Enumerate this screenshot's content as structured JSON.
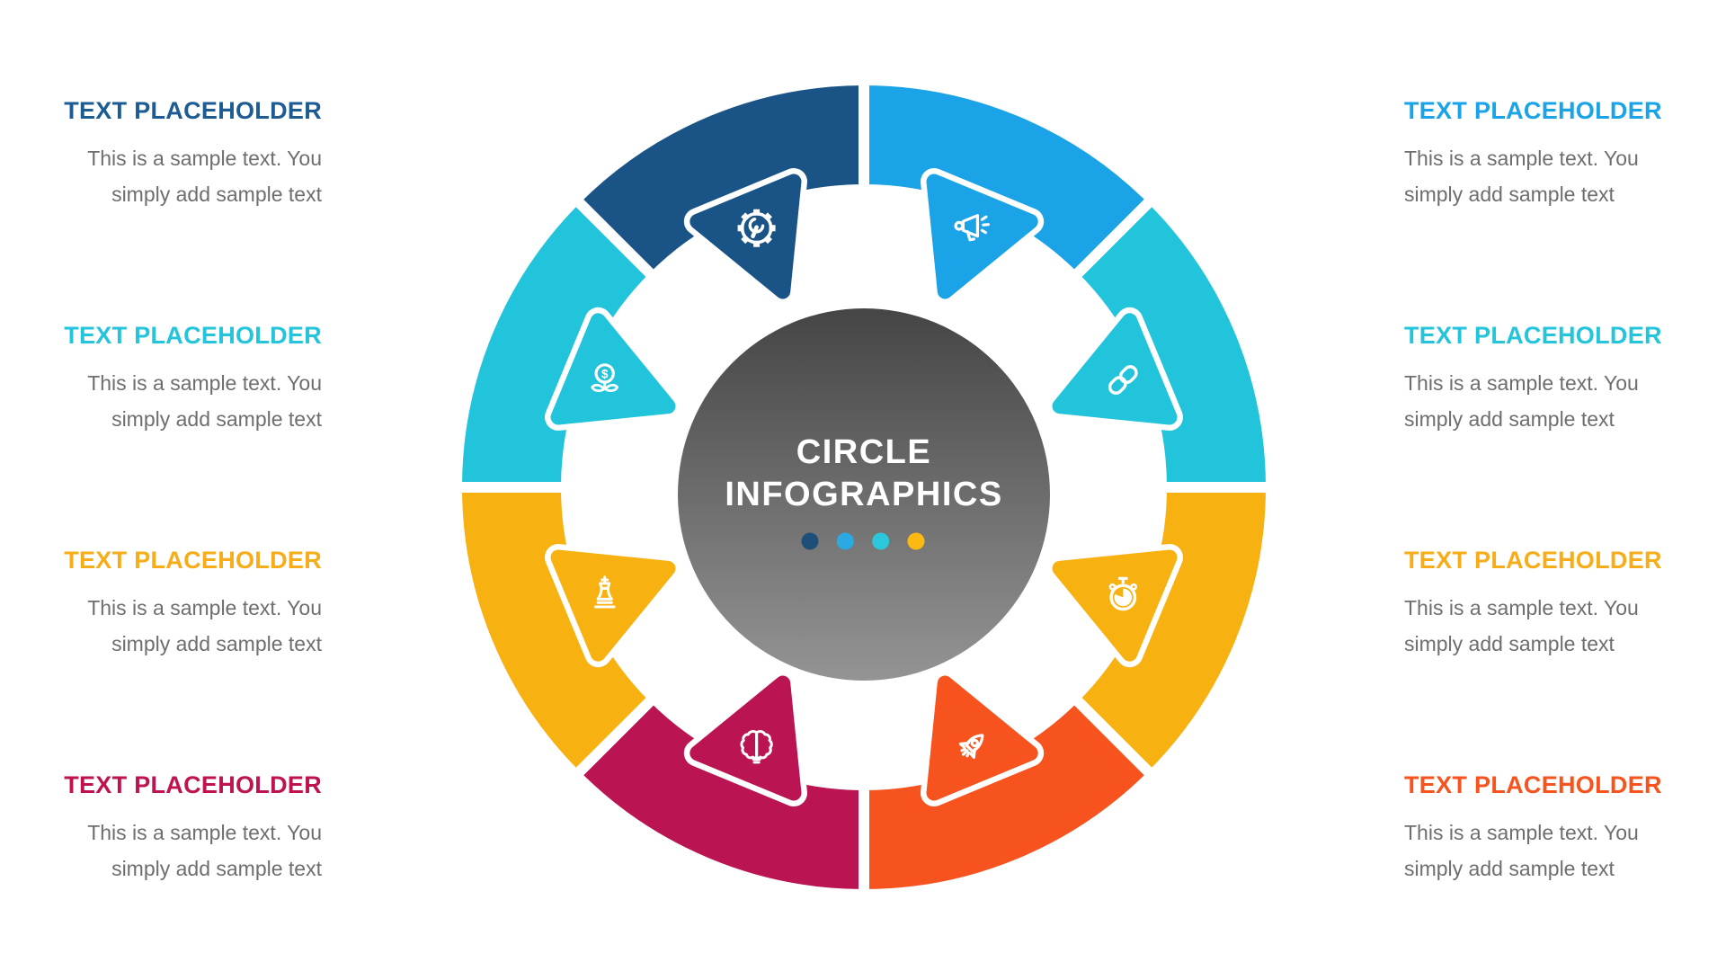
{
  "title": {
    "line1": "CIRCLE",
    "line2": "INFOGRAPHICS"
  },
  "dots": [
    {
      "color": "#1d4f79"
    },
    {
      "color": "#2aa9e2"
    },
    {
      "color": "#2cc7da"
    },
    {
      "color": "#fcb813"
    }
  ],
  "icons": {
    "dollar_glyph": "$"
  },
  "segments": [
    {
      "position": "top-right",
      "icon": "megaphone-icon",
      "color": "#1ba3e8"
    },
    {
      "position": "right-upper",
      "icon": "chain-link-icon",
      "color": "#21c4db"
    },
    {
      "position": "right-lower",
      "icon": "stopwatch-icon",
      "color": "#f7b111"
    },
    {
      "position": "bottom-right",
      "icon": "rocket-icon",
      "color": "#f6531f"
    },
    {
      "position": "bottom-left",
      "icon": "brain-icon",
      "color": "#ba1452"
    },
    {
      "position": "left-lower",
      "icon": "chess-king-icon",
      "color": "#f7b111"
    },
    {
      "position": "left-upper",
      "icon": "money-plant-icon",
      "color": "#21c4db"
    },
    {
      "position": "top-left",
      "icon": "gear-wrench-icon",
      "color": "#1a5486"
    }
  ],
  "text_blocks": {
    "left": [
      {
        "heading": "TEXT PLACEHOLDER",
        "color": "#1c5b93",
        "line1": "This is a sample text. You",
        "line2": "simply add sample text"
      },
      {
        "heading": "TEXT PLACEHOLDER",
        "color": "#24c4dc",
        "line1": "This is a sample text. You",
        "line2": "simply add sample text"
      },
      {
        "heading": "TEXT PLACEHOLDER",
        "color": "#f6ad19",
        "line1": "This is a sample text. You",
        "line2": "simply add sample text"
      },
      {
        "heading": "TEXT PLACEHOLDER",
        "color": "#bf1250",
        "line1": "This is a sample text. You",
        "line2": "simply add sample text"
      }
    ],
    "right": [
      {
        "heading": "TEXT PLACEHOLDER",
        "color": "#1ba3e8",
        "line1": "This is a sample text. You",
        "line2": "simply add sample text"
      },
      {
        "heading": "TEXT PLACEHOLDER",
        "color": "#24c4dc",
        "line1": "This is a sample text. You",
        "line2": "simply add sample text"
      },
      {
        "heading": "TEXT PLACEHOLDER",
        "color": "#f6ad19",
        "line1": "This is a sample text. You",
        "line2": "simply add sample text"
      },
      {
        "heading": "TEXT PLACEHOLDER",
        "color": "#f6531f",
        "line1": "This is a sample text. You",
        "line2": "simply add sample text"
      }
    ]
  }
}
